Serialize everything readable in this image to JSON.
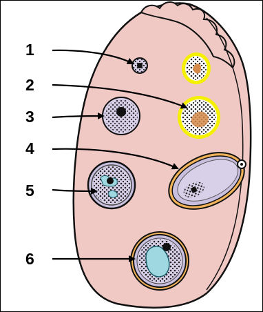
{
  "labels": [
    "1",
    "2",
    "3",
    "4",
    "5",
    "6"
  ],
  "colors": {
    "ovary": "#f0c8c4",
    "outline": "#111111",
    "granulosa": "#d7d0e8",
    "luteum_glow": "#f5f000",
    "luteum_core": "#d48a4a",
    "antrum": "#9fd8e0",
    "theca": "#f2b35a"
  }
}
